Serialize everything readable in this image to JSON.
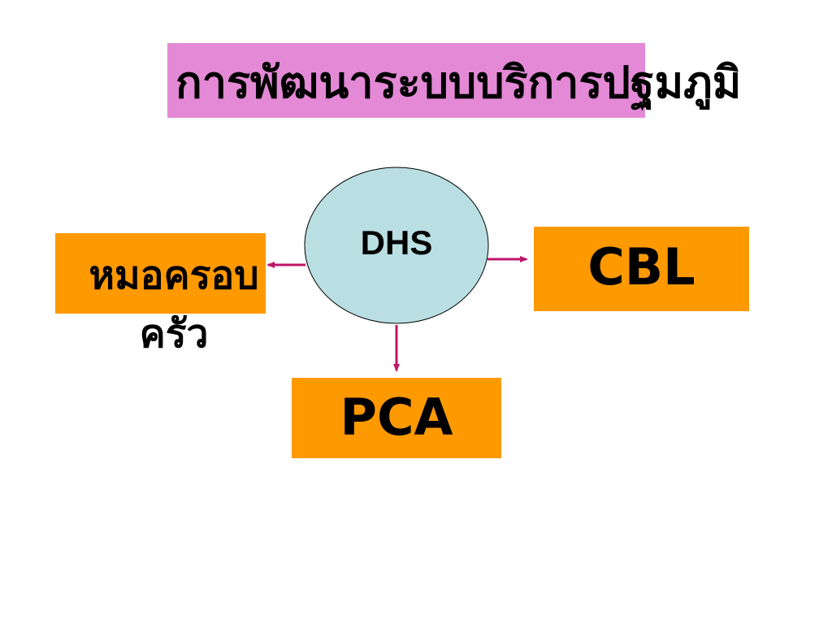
{
  "title": {
    "text": "การพัฒนาระบบบริการปฐมภูมิ"
  },
  "nodes": {
    "center": {
      "label": "DHS"
    },
    "left": {
      "label": "หมอครอบครัว"
    },
    "right": {
      "label": "CBL"
    },
    "bottom": {
      "label": "PCA"
    }
  },
  "colors": {
    "title_background": "#e389d6",
    "box_fill": "#ff9900",
    "ellipse_fill": "#b9dfe3",
    "arrow": "#c0156a"
  }
}
